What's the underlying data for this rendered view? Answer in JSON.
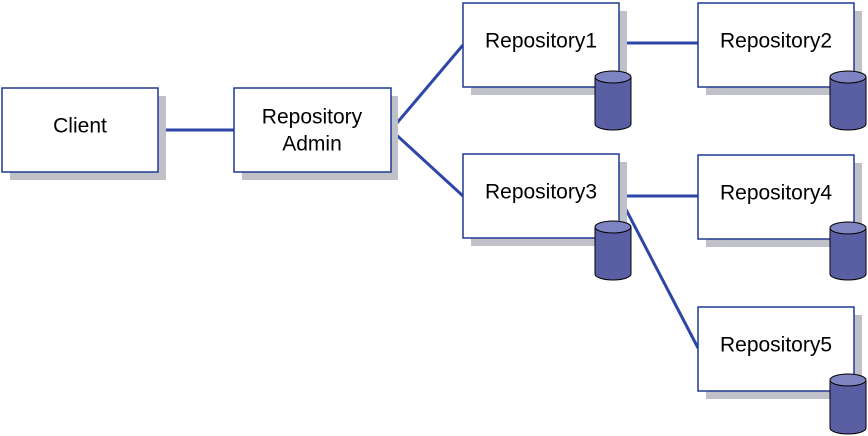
{
  "colors": {
    "box_fill": "#ffffff",
    "box_stroke": "#1f3a93",
    "shadow": "#c0c0c8",
    "connector": "#2e46a8",
    "db_fill": "#5a5fa3",
    "db_top": "#7e84c2",
    "db_stroke": "#000000"
  },
  "nodes": {
    "client": {
      "label": "Client"
    },
    "admin": {
      "label_line1": "Repository",
      "label_line2": "Admin"
    },
    "repo1": {
      "label": "Repository1"
    },
    "repo2": {
      "label": "Repository2"
    },
    "repo3": {
      "label": "Repository3"
    },
    "repo4": {
      "label": "Repository4"
    },
    "repo5": {
      "label": "Repository5"
    }
  }
}
